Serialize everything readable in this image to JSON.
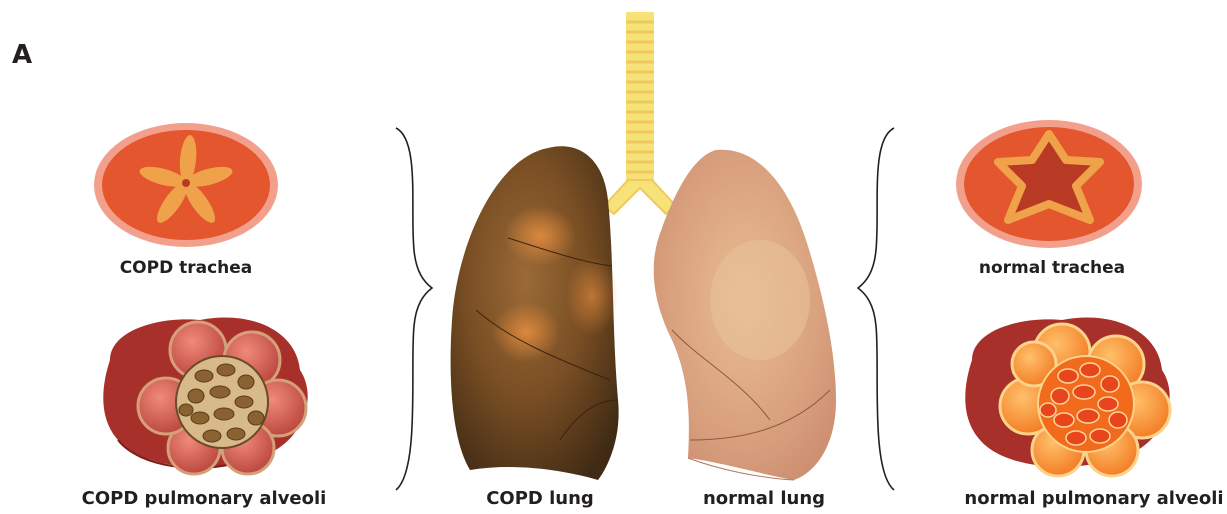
{
  "panel_label": "A",
  "labels": {
    "copd_trachea": "COPD trachea",
    "copd_alveoli": "COPD pulmonary alveoli",
    "copd_lung": "COPD lung",
    "normal_lung": "normal lung",
    "normal_trachea": "normal trachea",
    "normal_alveoli": "normal pulmonary alveoli"
  },
  "colors": {
    "trachea_outer_ring": "#f2a08c",
    "trachea_wall": "#e4562e",
    "copd_lumen_star": "#f0a24a",
    "normal_lumen": "#b83a24",
    "normal_lumen_rim": "#f0a24a",
    "copd_lung": "#7a4f24",
    "normal_lung": "#dca882",
    "windpipe_rings": "#f7e27a",
    "alveoli_base": "#a8302a",
    "copd_alveoli_core": "#d8b98a",
    "normal_alveoli_core": "#f26b1d"
  }
}
